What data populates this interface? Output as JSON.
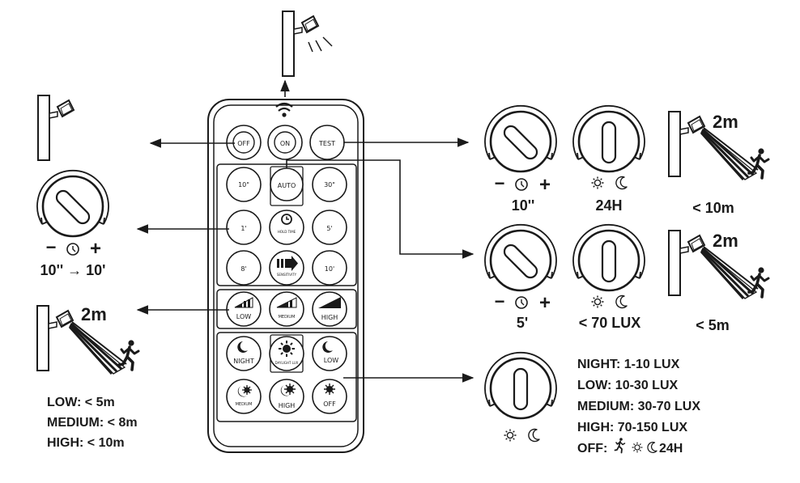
{
  "remote": {
    "buttons": {
      "off": "OFF",
      "on": "ON",
      "test": "TEST",
      "t10s": "10\"",
      "auto": "AUTO",
      "t30s": "30\"",
      "t1m": "1'",
      "hold_time": "HOLD TIME",
      "t5m": "5'",
      "t8m": "8'",
      "sensitivity": "SENSITIVITY",
      "t10m": "10'",
      "sens_low": "LOW",
      "sens_medium": "MEDIUM",
      "sens_high": "HIGH",
      "lux_night": "NIGHT",
      "lux_daylight": "DAYLIGHT LUX",
      "lux_low": "LOW",
      "lux_medium": "MEDIUM",
      "lux_high": "HIGH",
      "lux_off": "OFF"
    }
  },
  "left": {
    "time_range": "10'' → 10'",
    "sensor_range": "2m",
    "sensitivity_lines": [
      "LOW: < 5m",
      "MEDIUM: < 8m",
      "HIGH: < 10m"
    ]
  },
  "right": {
    "auto_time": "10''",
    "auto_lux": "24H",
    "auto_range_top": "2m",
    "auto_range": "< 10m",
    "test_time": "5'",
    "test_lux": "< 70 LUX",
    "test_range_top": "2m",
    "test_range": "< 5m",
    "lux_lines": [
      "NIGHT: 1-10 LUX",
      "LOW: 10-30 LUX",
      "MEDIUM: 30-70 LUX",
      "HIGH: 70-150 LUX"
    ],
    "lux_off_prefix": "OFF:",
    "lux_off_suffix": "24H"
  },
  "dial_signs": {
    "minus": "−",
    "plus": "+"
  }
}
